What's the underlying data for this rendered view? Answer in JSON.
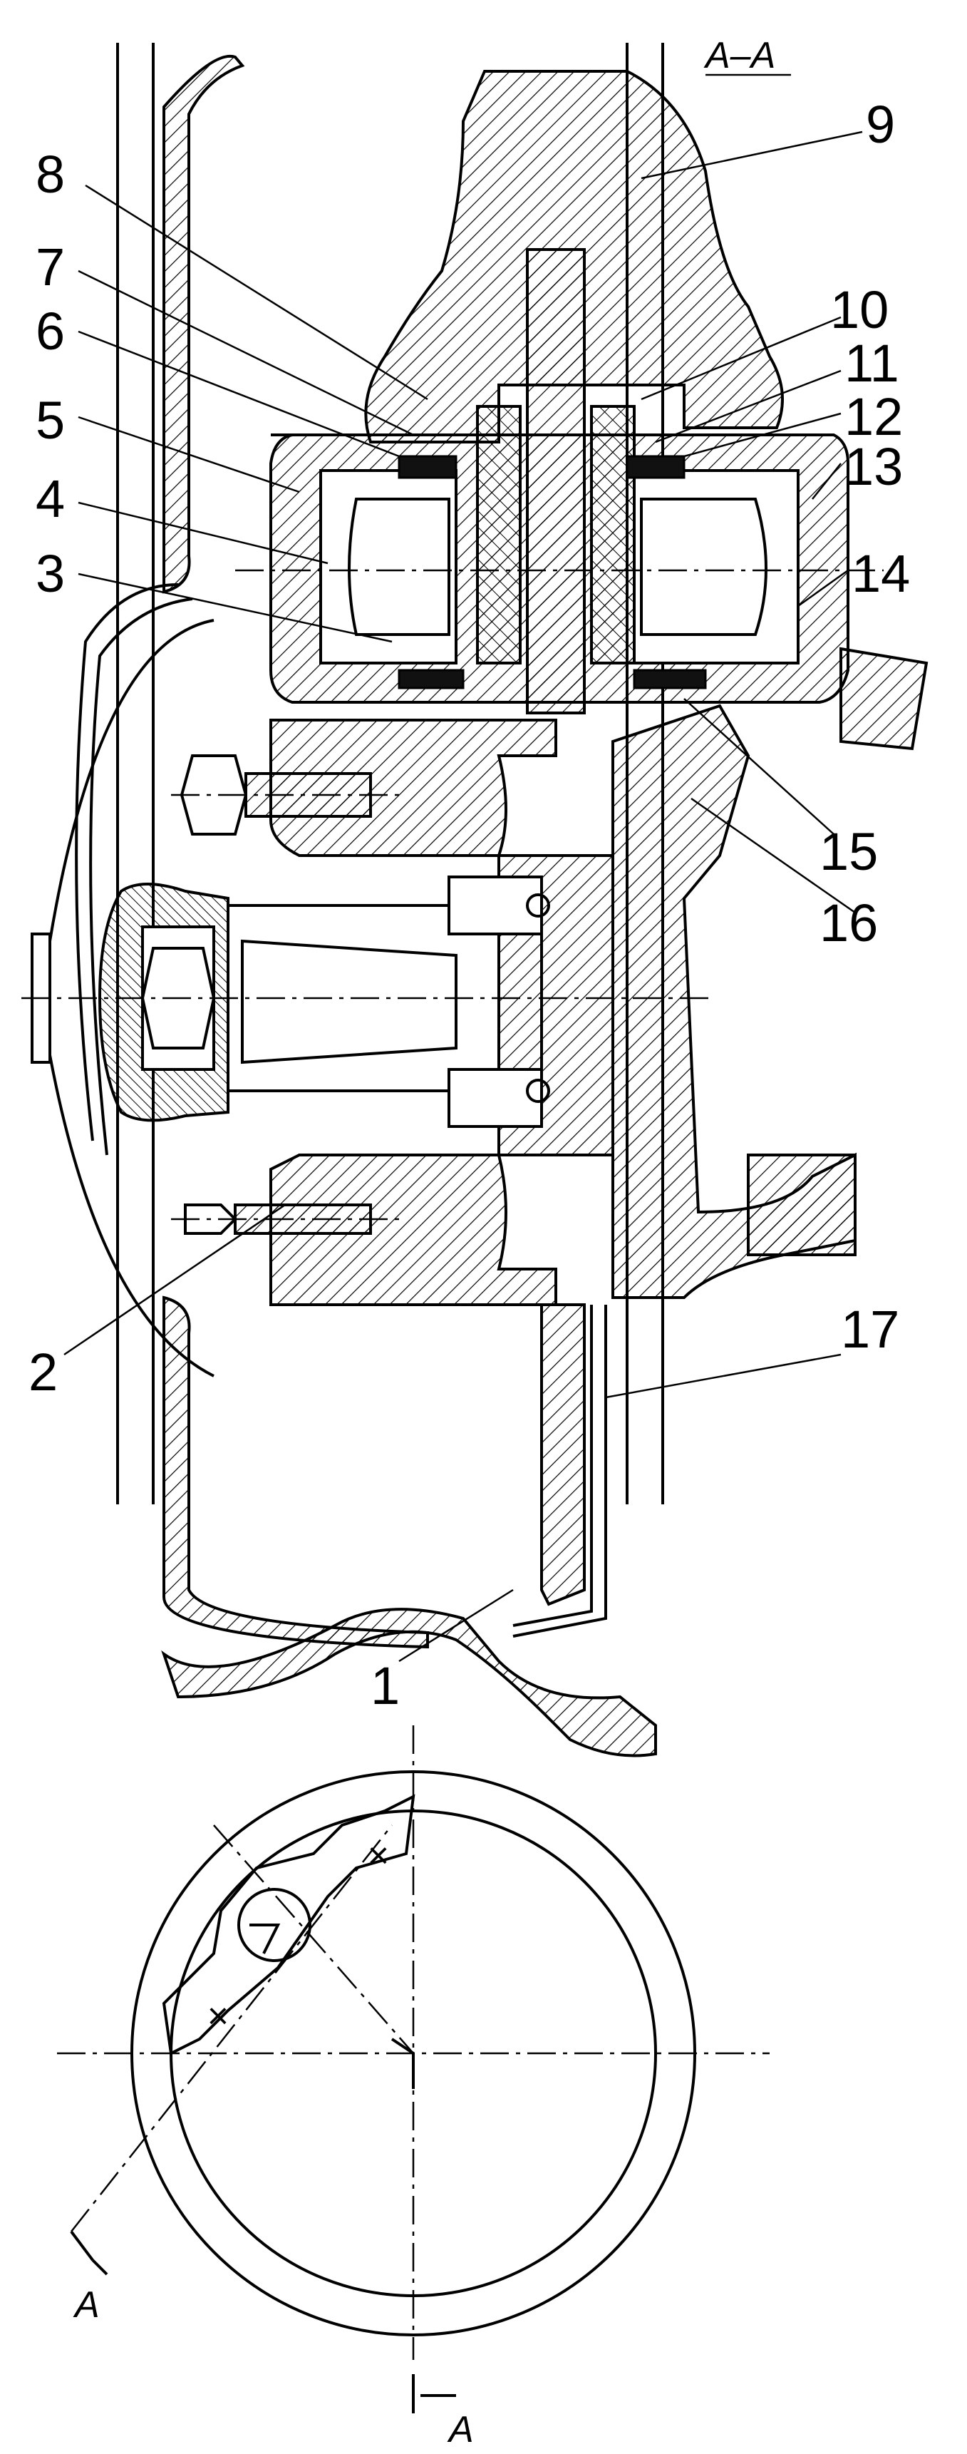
{
  "section_title": "А–А",
  "section_mark": "А",
  "callouts": [
    "1",
    "2",
    "3",
    "4",
    "5",
    "6",
    "7",
    "8",
    "9",
    "10",
    "11",
    "12",
    "13",
    "14",
    "15",
    "16",
    "17"
  ]
}
